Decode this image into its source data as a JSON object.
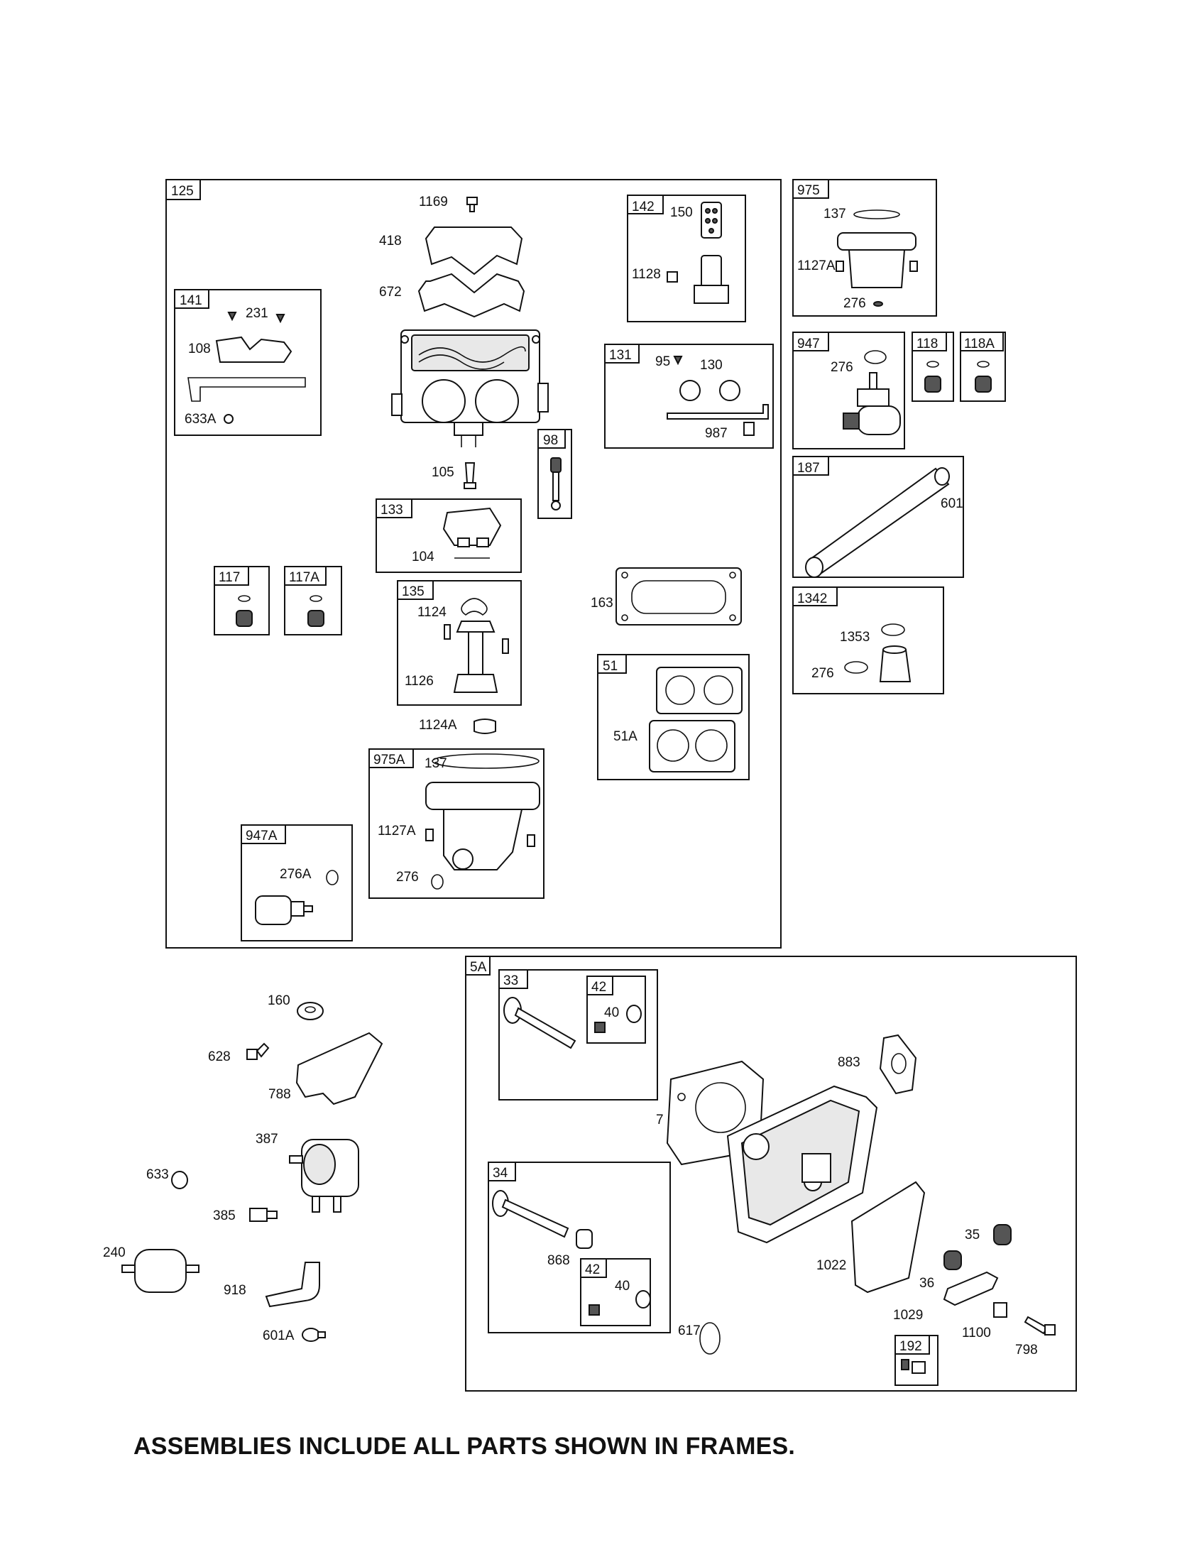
{
  "footer": "ASSEMBLIES INCLUDE ALL PARTS SHOWN IN FRAMES.",
  "frames": {
    "f125": "125",
    "f141": "141",
    "f142": "142",
    "f131": "131",
    "f98": "98",
    "f133": "133",
    "f117": "117",
    "f117A": "117A",
    "f135": "135",
    "f51": "51",
    "f975A": "975A",
    "f947A": "947A",
    "f975": "975",
    "f947": "947",
    "f118": "118",
    "f118A": "118A",
    "f187": "187",
    "f1342": "1342",
    "f5A": "5A",
    "f33": "33",
    "f42a": "42",
    "f34": "34",
    "f42b": "42",
    "f192": "192"
  },
  "callouts": {
    "c1169": "1169",
    "c418": "418",
    "c672": "672",
    "c231": "231",
    "c108": "108",
    "c633A": "633A",
    "c150": "150",
    "c1128": "1128",
    "c95": "95",
    "c130": "130",
    "c987": "987",
    "c105": "105",
    "c104": "104",
    "c1124": "1124",
    "c1126": "1126",
    "c1124A": "1124A",
    "c163": "163",
    "c51A": "51A",
    "c137a": "137",
    "c1127Aa": "1127A",
    "c276a": "276",
    "c276A": "276A",
    "c137b": "137",
    "c1127Ab": "1127A",
    "c276b": "276",
    "c276c": "276",
    "c601": "601",
    "c1353": "1353",
    "c276d": "276",
    "c160": "160",
    "c628": "628",
    "c788": "788",
    "c633": "633",
    "c387": "387",
    "c385": "385",
    "c240": "240",
    "c918": "918",
    "c601A": "601A",
    "c40a": "40",
    "c883": "883",
    "c7": "7",
    "c868": "868",
    "c40b": "40",
    "c35": "35",
    "c1022": "1022",
    "c36": "36",
    "c1029": "1029",
    "c1100": "1100",
    "c798": "798",
    "c617": "617"
  }
}
